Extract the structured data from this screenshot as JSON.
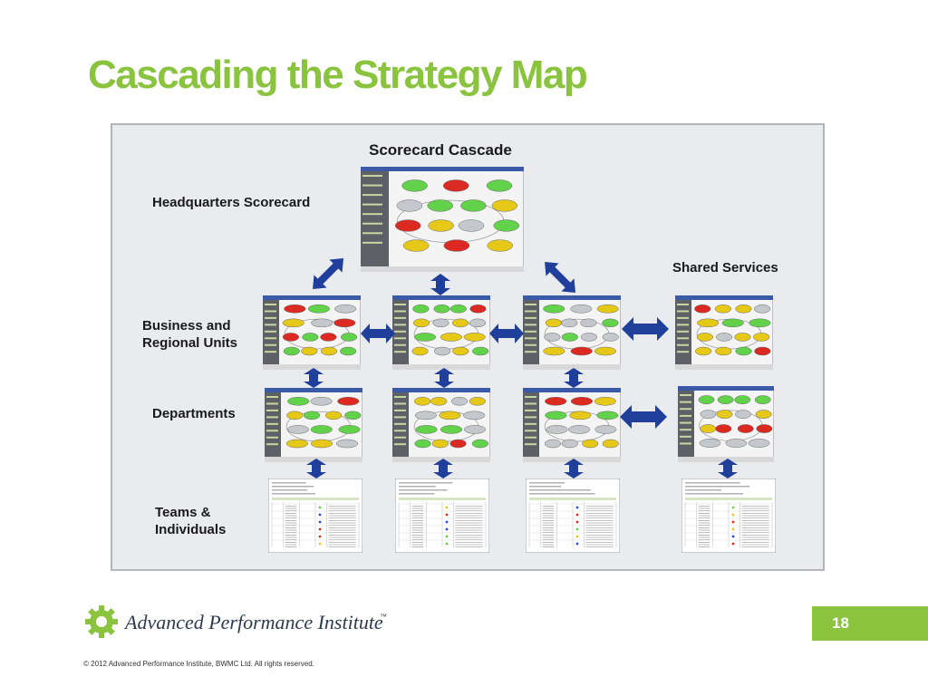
{
  "slide": {
    "title": "Cascading the Strategy Map",
    "page_number": "18",
    "brand": "Advanced Performance Institute",
    "trademark": "™",
    "copyright": "© 2012 Advanced Performance Institute, BWMC Ltd.  All rights reserved."
  },
  "diagram": {
    "title": "Scorecard Cascade",
    "levels": {
      "hq_line1": "Headquarters Scorecard",
      "bu_line1": "Business and",
      "bu_line2": "Regional Units",
      "departments": "Departments",
      "teams_line1": "Teams &",
      "teams_line2": "Individuals",
      "shared": "Shared Services"
    }
  },
  "colors": {
    "accent_green": "#8ac43f",
    "arrow_blue": "#1f3f9a",
    "strategy_green": "#62d24a",
    "strategy_yellow": "#e6c818",
    "strategy_red": "#dc2a22",
    "strategy_grey": "#c4c8cc"
  }
}
